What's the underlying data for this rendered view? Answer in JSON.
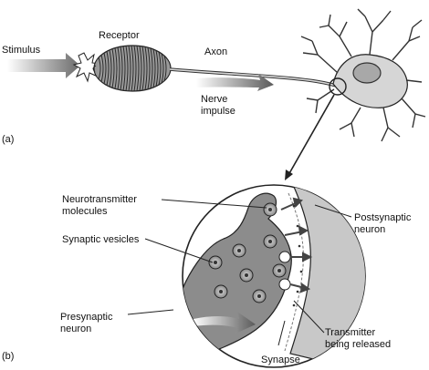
{
  "panel_a": {
    "tag": "(a)",
    "labels": {
      "stimulus": "Stimulus",
      "receptor": "Receptor",
      "axon": "Axon",
      "nerve_impulse_line1": "Nerve",
      "nerve_impulse_line2": "impulse"
    }
  },
  "panel_b": {
    "tag": "(b)",
    "labels": {
      "neurotransmitter_line1": "Neurotransmitter",
      "neurotransmitter_line2": "molecules",
      "synaptic_vesicles": "Synaptic vesicles",
      "postsynaptic_line1": "Postsynaptic",
      "postsynaptic_line2": "neuron",
      "presynaptic_line1": "Presynaptic",
      "presynaptic_line2": "neuron",
      "synapse": "Synapse",
      "transmitter_line1": "Transmitter",
      "transmitter_line2": "being released"
    }
  }
}
